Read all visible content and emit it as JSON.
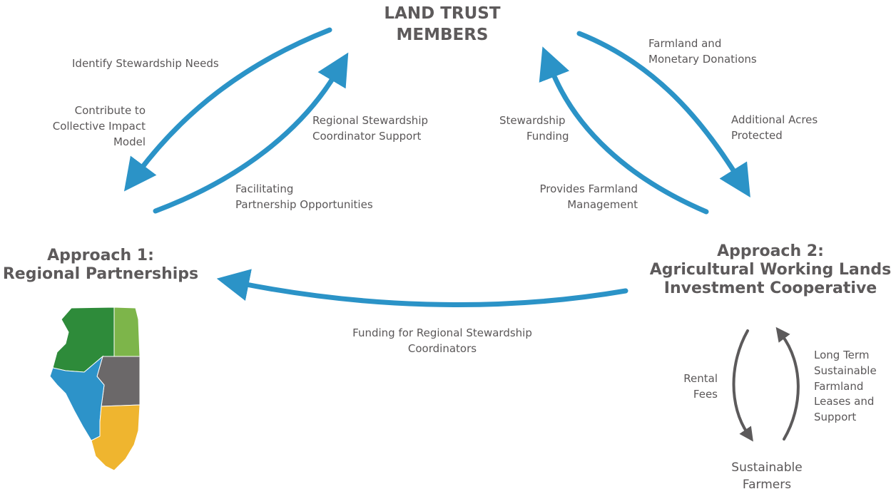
{
  "nodes": {
    "land_trust": [
      "LAND TRUST",
      "MEMBERS"
    ],
    "approach1": [
      "Approach 1:",
      "Regional Partnerships"
    ],
    "approach2": [
      "Approach 2:",
      "Agricultural Working Lands",
      "Investment Cooperative"
    ],
    "farmers": [
      "Sustainable",
      "Farmers"
    ]
  },
  "labels": {
    "identify": [
      "Identify Stewardship Needs"
    ],
    "contribute": [
      "Contribute to",
      "Collective Impact",
      "Model"
    ],
    "coordinator_support": [
      "Regional Stewardship",
      "Coordinator Support"
    ],
    "facilitating": [
      "Facilitating",
      "Partnership Opportunities"
    ],
    "stewardship_funding": [
      "Stewardship",
      "Funding"
    ],
    "provides_mgmt": [
      "Provides Farmland",
      "Management"
    ],
    "donations": [
      "Farmland and",
      "Monetary Donations"
    ],
    "additional_acres": [
      "Additional Acres",
      "Protected"
    ],
    "funding_coordinators": [
      "Funding for Regional Stewardship",
      "Coordinators"
    ],
    "rental": [
      "Rental",
      "Fees"
    ],
    "leases": [
      "Long Term",
      "Sustainable",
      "Farmland",
      "Leases and",
      "Support"
    ]
  },
  "colors": {
    "arrow_blue": "#2b93c7",
    "arrow_gray": "#5c5a5b",
    "text": "#5a5758",
    "map_dark_green": "#2e8b3a",
    "map_light_green": "#7db54a",
    "map_gray": "#6b6869",
    "map_blue": "#2d93c9",
    "map_yellow": "#efb52f"
  },
  "map": {
    "icon": "illinois-regions-map",
    "regions": [
      "dark-green",
      "light-green",
      "gray",
      "blue",
      "yellow"
    ]
  }
}
